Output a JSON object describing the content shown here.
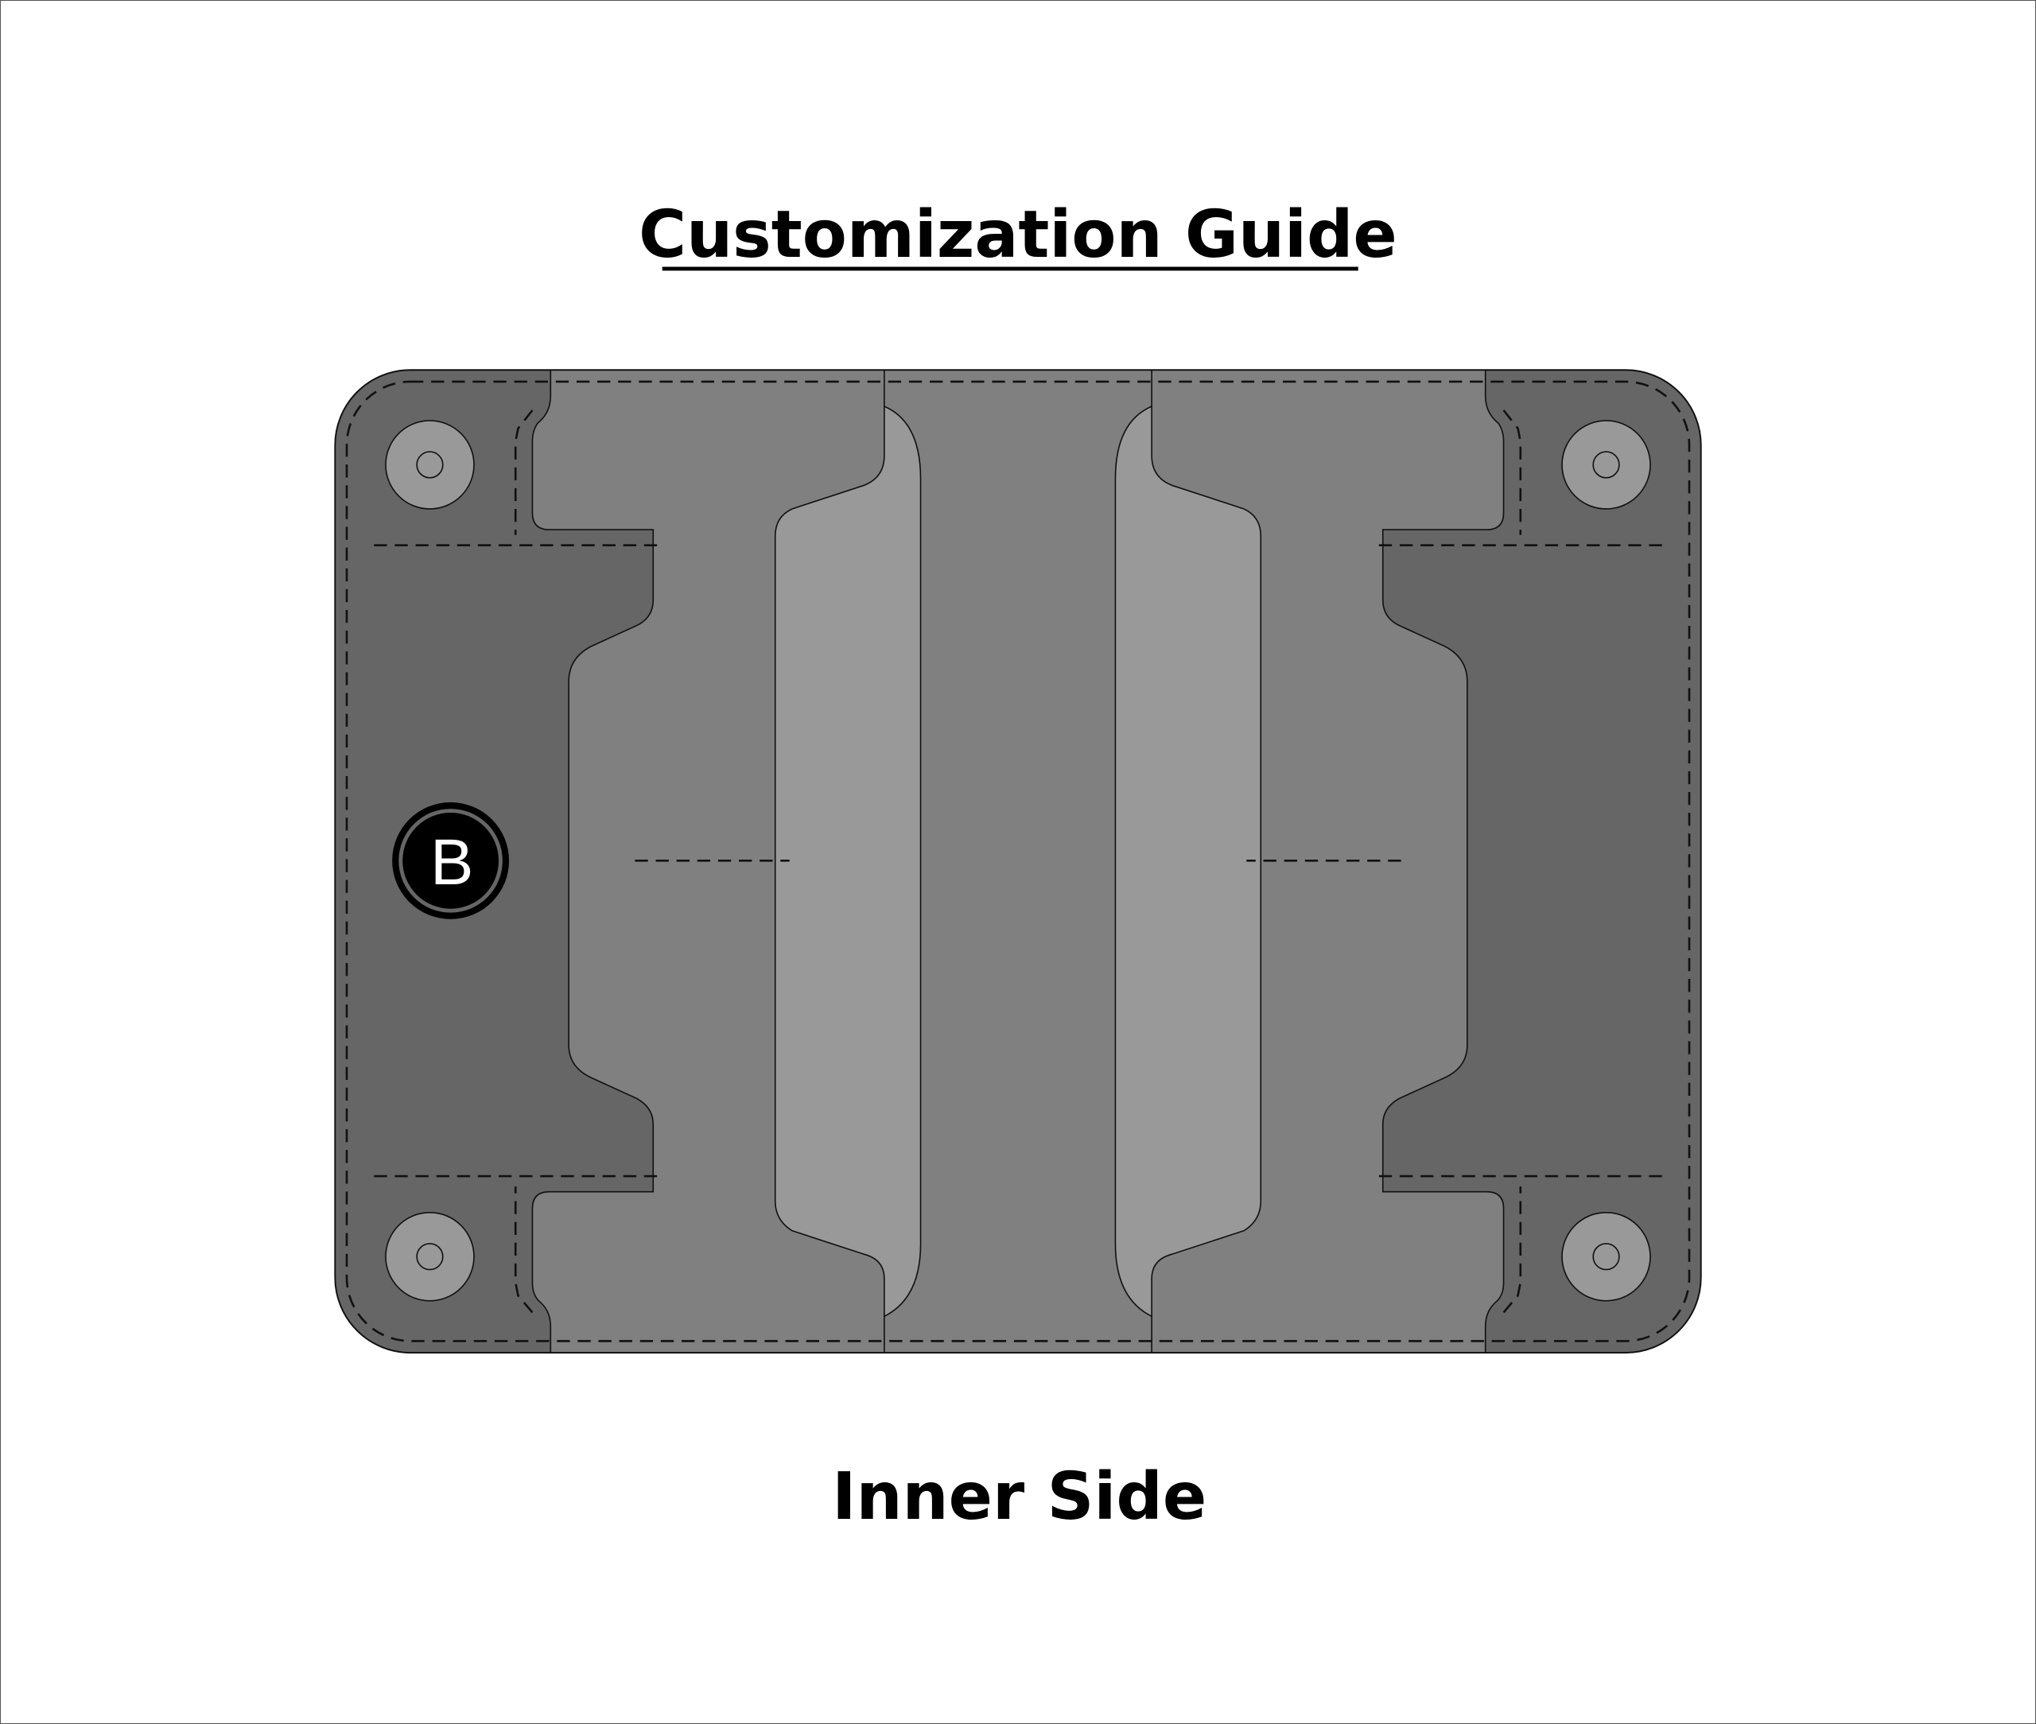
{
  "title": "Customization Guide",
  "subtitle": "Inner Side",
  "logo": {
    "letter": "B"
  },
  "colors": {
    "outer_panel": "#666666",
    "mid_panel": "#808080",
    "card_slot": "#999999",
    "snap": "#999999",
    "logo_bg": "#000000"
  }
}
